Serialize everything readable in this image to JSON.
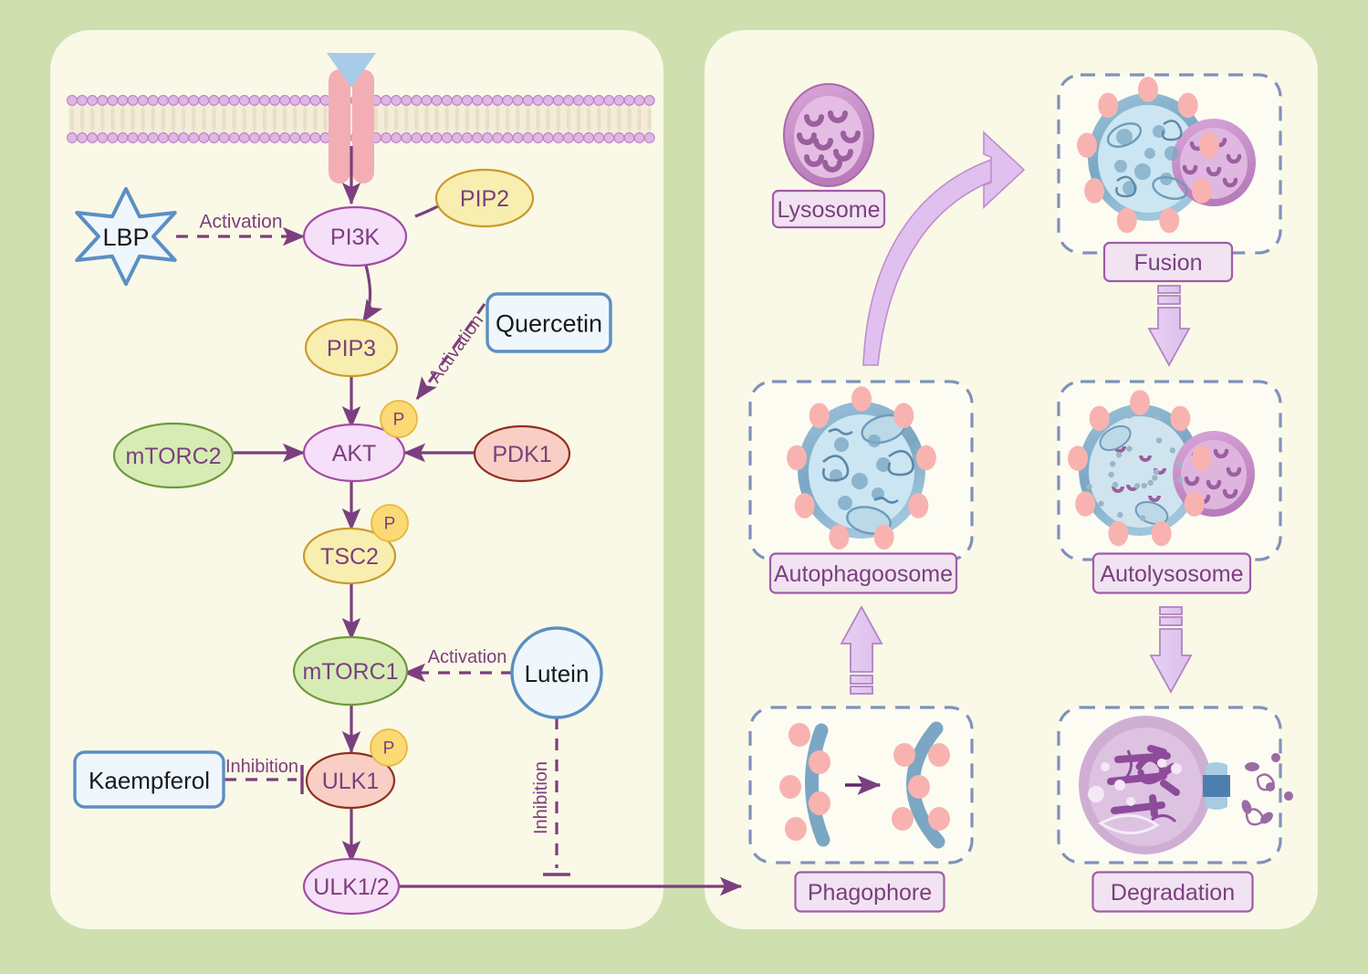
{
  "figure": {
    "type": "diagram",
    "subject": "PI3K/AKT/mTOR signalling regulation of autophagy",
    "background_color": "#cfdfb0",
    "panel_color": "#faf8e6"
  },
  "colors": {
    "outer_background": "#cfdfb0",
    "panel_fill": "#faf8e6",
    "arrow_purple": "#7b3f7f",
    "node_pink_fill": "#f6dff8",
    "node_pink_stroke": "#a24ba8",
    "node_yellow_fill": "#f8eeb0",
    "node_yellow_stroke": "#c99a2e",
    "node_green_fill": "#d7ecb4",
    "node_green_stroke": "#6d9a3e",
    "node_red_fill": "#f9cfc5",
    "node_red_stroke": "#8f3020",
    "phosphate_fill": "#fbd975",
    "phosphate_stroke": "#e8b93c",
    "compound_fill": "#eff7fd",
    "compound_stroke": "#5b8fc4",
    "label_box_fill": "#f1e3f1",
    "label_box_stroke": "#a05ba8",
    "membrane_head": "#ddb8e2",
    "membrane_head_stroke": "#c080cc",
    "receptor_fill": "#f2aeb4",
    "ligand_fill": "#a8cbe8",
    "vesicle_blue": "#7ba7c4",
    "vesicle_inner": "#cbe6f2",
    "lysosome_fill": "#dfb1dd",
    "lysosome_stroke": "#a96aab",
    "dot_pink": "#f8b3b0",
    "dashed_box_stroke": "#7f92bb",
    "block_arrow_fill": "#e3c8ee",
    "block_arrow_stroke": "#b183c4"
  },
  "left_panel": {
    "name": "signalling-pathway-panel",
    "nodes": [
      {
        "id": "receptor",
        "label": "",
        "shape": "receptor"
      },
      {
        "id": "ligand",
        "label": "",
        "shape": "triangle"
      },
      {
        "id": "lbp",
        "label": "LBP",
        "shape": "star",
        "fill": "#eff7fd",
        "stroke": "#5b8fc4",
        "text_color": "#1a1a1a"
      },
      {
        "id": "pi3k",
        "label": "PI3K",
        "shape": "ellipse",
        "fill": "#f6dff8",
        "stroke": "#a24ba8",
        "text_color": "#7b3f7f"
      },
      {
        "id": "pip2",
        "label": "PIP2",
        "shape": "ellipse",
        "fill": "#f8eeb0",
        "stroke": "#c99a2e",
        "text_color": "#7b3f7f"
      },
      {
        "id": "pip3",
        "label": "PIP3",
        "shape": "ellipse",
        "fill": "#f8eeb0",
        "stroke": "#c99a2e",
        "text_color": "#7b3f7f"
      },
      {
        "id": "quercetin",
        "label": "Quercetin",
        "shape": "rect",
        "fill": "#eff7fd",
        "stroke": "#5b8fc4",
        "text_color": "#1a1a1a"
      },
      {
        "id": "mtorc2",
        "label": "mTORC2",
        "shape": "ellipse",
        "fill": "#d7ecb4",
        "stroke": "#6d9a3e",
        "text_color": "#7b3f7f"
      },
      {
        "id": "akt",
        "label": "AKT",
        "shape": "ellipse",
        "fill": "#f6dff8",
        "stroke": "#a24ba8",
        "text_color": "#7b3f7f",
        "phosphate": "P"
      },
      {
        "id": "pdk1",
        "label": "PDK1",
        "shape": "ellipse",
        "fill": "#f9cfc5",
        "stroke": "#8f3020",
        "text_color": "#7b3f7f"
      },
      {
        "id": "tsc2",
        "label": "TSC2",
        "shape": "ellipse",
        "fill": "#f8eeb0",
        "stroke": "#c99a2e",
        "text_color": "#7b3f7f",
        "phosphate": "P"
      },
      {
        "id": "mtorc1",
        "label": "mTORC1",
        "shape": "ellipse",
        "fill": "#d7ecb4",
        "stroke": "#6d9a3e",
        "text_color": "#7b3f7f"
      },
      {
        "id": "lutein",
        "label": "Lutein",
        "shape": "circle",
        "fill": "#eff7fd",
        "stroke": "#5b8fc4",
        "text_color": "#1a1a1a"
      },
      {
        "id": "kaempferol",
        "label": "Kaempferol",
        "shape": "rect",
        "fill": "#eff7fd",
        "stroke": "#5b8fc4",
        "text_color": "#1a1a1a"
      },
      {
        "id": "ulk1",
        "label": "ULK1",
        "shape": "ellipse",
        "fill": "#f9cfc5",
        "stroke": "#8f3020",
        "text_color": "#7b3f7f",
        "phosphate": "P"
      },
      {
        "id": "ulk12",
        "label": "ULK1/2",
        "shape": "ellipse",
        "fill": "#f6dff8",
        "stroke": "#a24ba8",
        "text_color": "#7b3f7f"
      }
    ],
    "edges": [
      {
        "from": "lbp",
        "to": "pi3k",
        "label": "Activation",
        "style": "dashed",
        "kind": "activation"
      },
      {
        "from": "receptor",
        "to": "pi3k",
        "label": "",
        "style": "solid",
        "kind": "activation"
      },
      {
        "from": "pip2",
        "to": "pi3k",
        "label": "",
        "style": "solid",
        "kind": "link"
      },
      {
        "from": "pi3k",
        "to": "pip3",
        "label": "",
        "style": "solid",
        "kind": "activation"
      },
      {
        "from": "quercetin",
        "to": "akt",
        "label": "Activation",
        "style": "dashed",
        "kind": "activation"
      },
      {
        "from": "pip3",
        "to": "akt",
        "label": "",
        "style": "solid",
        "kind": "activation"
      },
      {
        "from": "mtorc2",
        "to": "akt",
        "label": "",
        "style": "solid",
        "kind": "activation"
      },
      {
        "from": "pdk1",
        "to": "akt",
        "label": "",
        "style": "solid",
        "kind": "activation"
      },
      {
        "from": "akt",
        "to": "tsc2",
        "label": "",
        "style": "solid",
        "kind": "activation"
      },
      {
        "from": "tsc2",
        "to": "mtorc1",
        "label": "",
        "style": "solid",
        "kind": "activation"
      },
      {
        "from": "lutein",
        "to": "mtorc1",
        "label": "Activation",
        "style": "dashed",
        "kind": "activation"
      },
      {
        "from": "mtorc1",
        "to": "ulk1",
        "label": "",
        "style": "solid",
        "kind": "activation"
      },
      {
        "from": "kaempferol",
        "to": "ulk1",
        "label": "Inhibition",
        "style": "dashed",
        "kind": "inhibition"
      },
      {
        "from": "ulk1",
        "to": "ulk12",
        "label": "",
        "style": "solid",
        "kind": "activation"
      },
      {
        "from": "lutein",
        "to": "ulk12",
        "label": "Inhibition",
        "style": "dashed",
        "kind": "inhibition"
      },
      {
        "from": "ulk12",
        "to": "phagophore",
        "label": "",
        "style": "solid",
        "kind": "activation"
      }
    ],
    "phosphate_label": "P"
  },
  "right_panel": {
    "name": "autophagy-process-panel",
    "stages": [
      {
        "id": "lysosome",
        "label": "Lysosome"
      },
      {
        "id": "fusion",
        "label": "Fusion"
      },
      {
        "id": "autophagoosome",
        "label": "Autophagoosome"
      },
      {
        "id": "autolysosome",
        "label": "Autolysosome"
      },
      {
        "id": "phagophore",
        "label": "Phagophore"
      },
      {
        "id": "degradation",
        "label": "Degradation"
      }
    ],
    "flow": [
      {
        "from": "lysosome",
        "to": "fusion",
        "style": "curved-block-arrow"
      },
      {
        "from": "fusion",
        "to": "autolysosome",
        "style": "block-arrow-down"
      },
      {
        "from": "autolysosome",
        "to": "degradation",
        "style": "block-arrow-down"
      },
      {
        "from": "phagophore",
        "to": "autophagoosome",
        "style": "block-arrow-up"
      }
    ]
  }
}
